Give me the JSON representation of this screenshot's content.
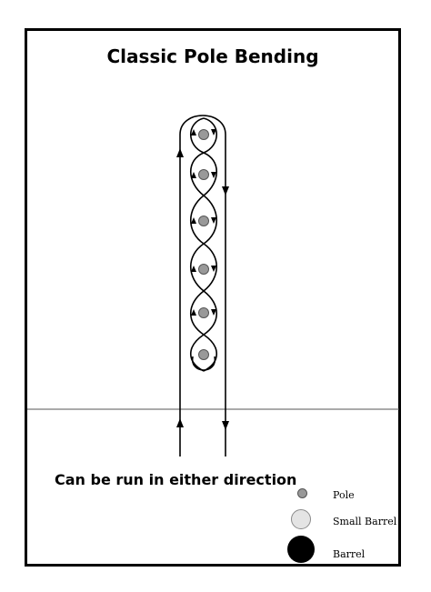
{
  "title": "Classic Pole Bending",
  "caption": "Can be run in either direction",
  "poles_count": 6,
  "legend": {
    "pole": {
      "label": "Pole",
      "icon": "pole-icon",
      "color": "#999999"
    },
    "small_barrel": {
      "label": "Small Barrel",
      "icon": "small-barrel-icon",
      "color": "#e4e4e4"
    },
    "barrel": {
      "label": "Barrel",
      "icon": "barrel-icon",
      "color": "#000000"
    }
  },
  "colors": {
    "frame": "#000000",
    "path": "#000000",
    "timer_line": "#555555"
  }
}
